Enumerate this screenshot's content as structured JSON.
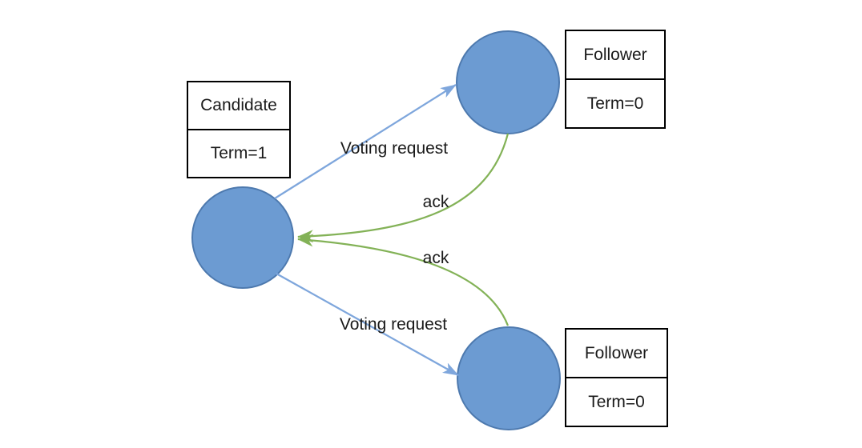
{
  "nodes": {
    "candidate": {
      "role": "Candidate",
      "term": "Term=1"
    },
    "follower_top": {
      "role": "Follower",
      "term": "Term=0"
    },
    "follower_bottom": {
      "role": "Follower",
      "term": "Term=0"
    }
  },
  "edges": {
    "voting_request_top": {
      "label": "Voting request"
    },
    "voting_request_bottom": {
      "label": "Voting request"
    },
    "ack_top": {
      "label": "ack"
    },
    "ack_bottom": {
      "label": "ack"
    }
  },
  "colors": {
    "node_fill": "#6C9BD2",
    "node_stroke": "#4D79AE",
    "request_arrow": "#7EA6DC",
    "ack_arrow": "#83B257",
    "box_border": "#000000",
    "text": "#1A1A1A",
    "background": "#FFFFFF"
  }
}
